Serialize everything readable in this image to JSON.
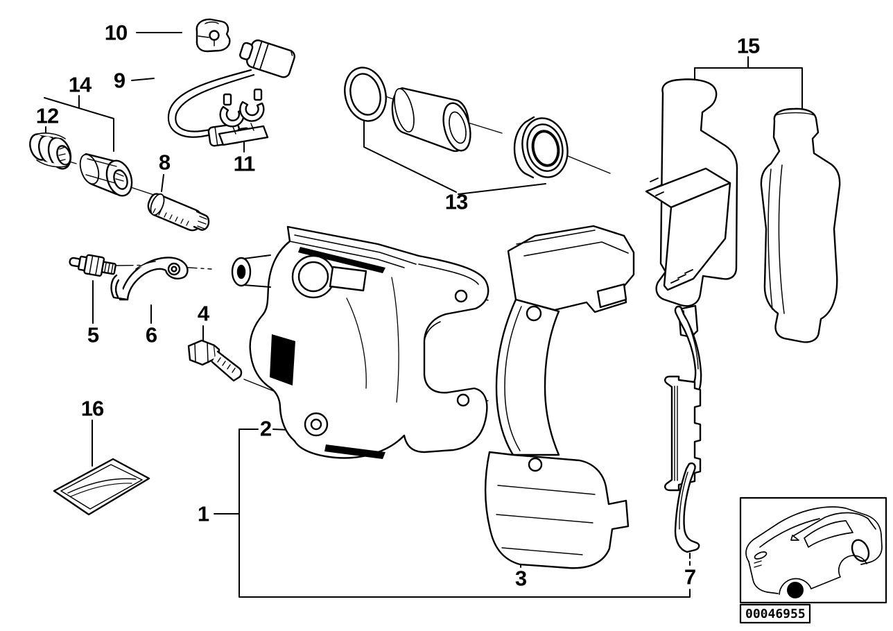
{
  "background": "#ffffff",
  "line_color": "#000000",
  "callouts": [
    "1",
    "2",
    "3",
    "4",
    "5",
    "6",
    "7",
    "8",
    "9",
    "10",
    "11",
    "12",
    "13",
    "14",
    "15",
    "16"
  ],
  "thumbnail_code": "00046955"
}
